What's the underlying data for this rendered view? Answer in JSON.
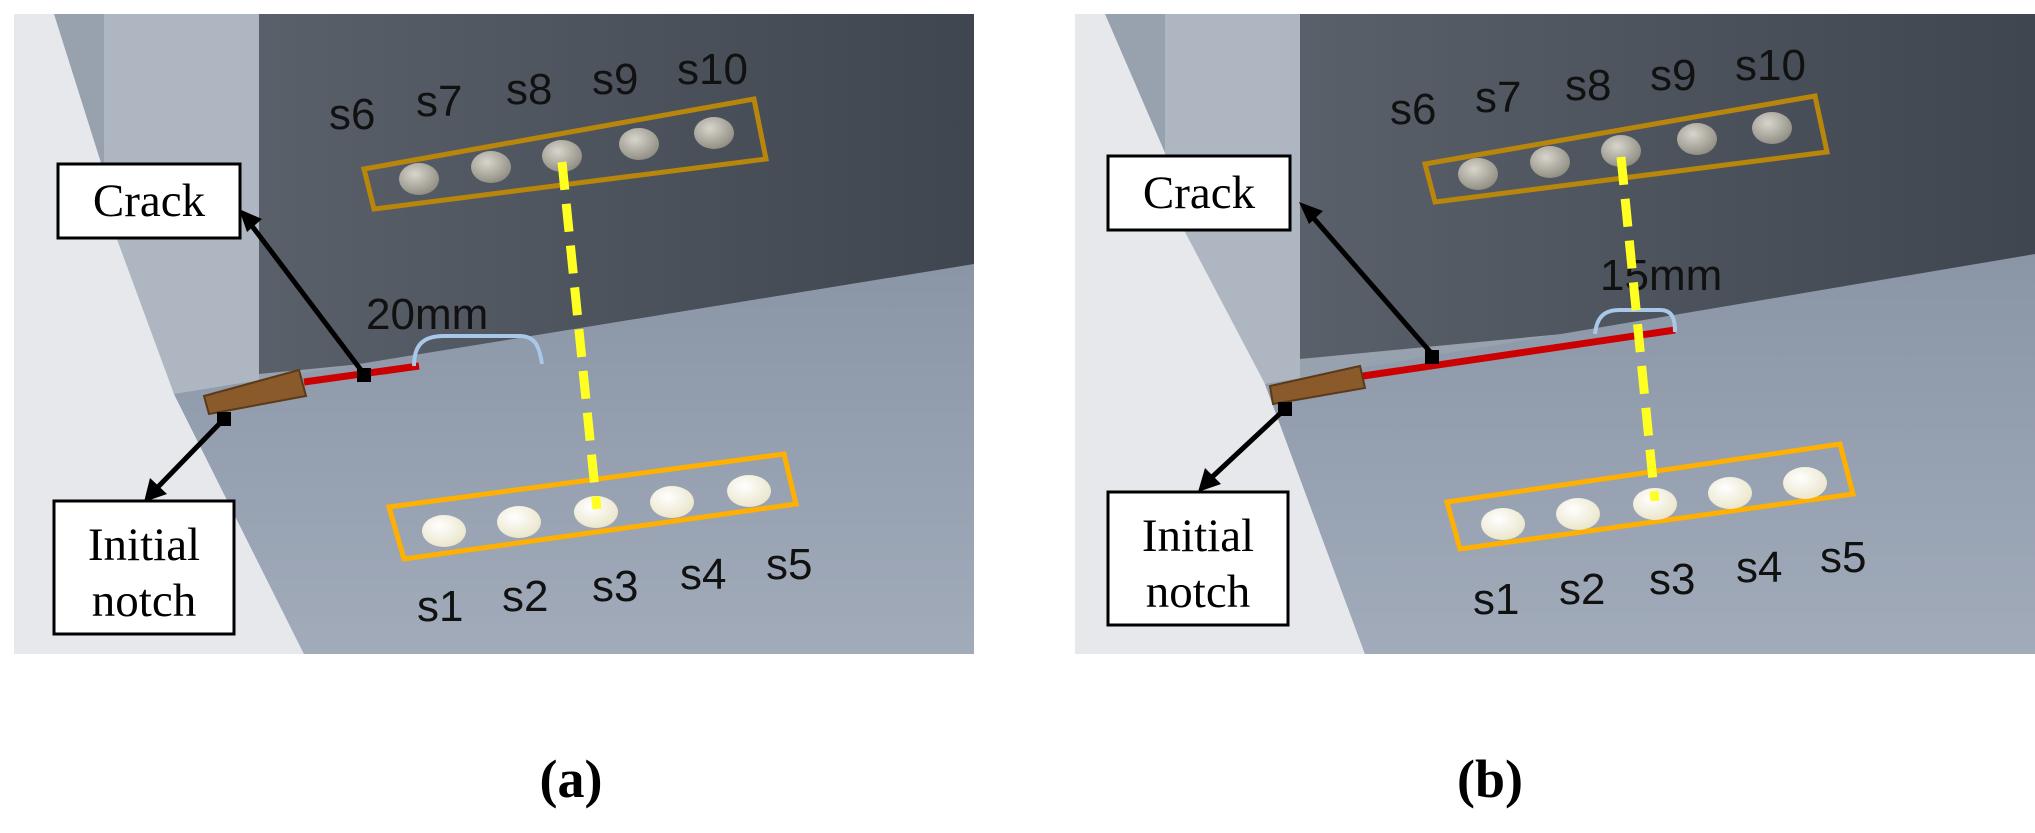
{
  "panels": [
    {
      "id": "a",
      "caption": "(a)",
      "crack_label": "Crack",
      "notch_label_line1": "Initial",
      "notch_label_line2": "notch",
      "distance_label": "20mm",
      "top_sensors": [
        "s6",
        "s7",
        "s8",
        "s9",
        "s10"
      ],
      "bottom_sensors": [
        "s1",
        "s2",
        "s3",
        "s4",
        "s5"
      ]
    },
    {
      "id": "b",
      "caption": "(b)",
      "crack_label": "Crack",
      "notch_label_line1": "Initial",
      "notch_label_line2": "notch",
      "distance_label": "15mm",
      "top_sensors": [
        "s6",
        "s7",
        "s8",
        "s9",
        "s10"
      ],
      "bottom_sensors": [
        "s1",
        "s2",
        "s3",
        "s4",
        "s5"
      ]
    }
  ],
  "colors": {
    "crack": "#cc0000",
    "path_line": "#ffff22",
    "top_sensor_box": "#b8860b",
    "bottom_sensor_box": "#ffb000",
    "distance_bracket": "#a9c8e8"
  }
}
